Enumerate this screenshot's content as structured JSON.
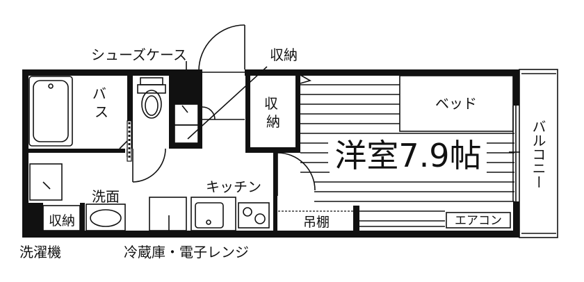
{
  "labels": {
    "shoes_case": "シューズケース",
    "storage_top": "収納",
    "bath": "バス",
    "storage_closet": "収納",
    "bed": "ベッド",
    "room": "洋室7.9帖",
    "balcony": "バルコニー",
    "kitchen": "キッチン",
    "washbasin": "洗面",
    "storage_small": "収納",
    "hanging_shelf": "吊棚",
    "aircon": "エアコン",
    "washer": "洗濯機",
    "fridge_microwave": "冷蔵庫・電子レンジ"
  },
  "colors": {
    "wall": "#111111",
    "background": "#ffffff"
  }
}
